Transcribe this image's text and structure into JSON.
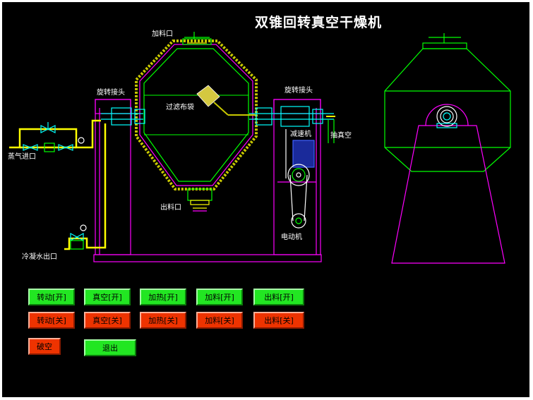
{
  "title": "双锥回转真空干燥机",
  "labels": {
    "feed_inlet": "加料口",
    "rotary_joint_left": "旋转接头",
    "rotary_joint_right": "旋转接头",
    "filter_bag": "过滤布袋",
    "reducer": "减速机",
    "vacuum_pump": "抽真空",
    "steam_inlet": "蒸气进口",
    "discharge_outlet": "出料口",
    "condensate_outlet": "冷凝水出口",
    "motor": "电动机"
  },
  "buttons": {
    "rotate_on": "转动[开]",
    "vacuum_on": "真空[开]",
    "heat_on": "加热[开]",
    "feed_on": "加料[开]",
    "discharge_on": "出料[开]",
    "rotate_off": "转动[关]",
    "vacuum_off": "真空[关]",
    "heat_off": "加热[关]",
    "feed_off": "加料[关]",
    "discharge_off": "出料[关]",
    "break_vacuum": "破空",
    "exit": "退出"
  },
  "colors": {
    "background": "#000000",
    "frame": "#ff00ff",
    "vessel_outline": "#00ff00",
    "jacket": "#c8c800",
    "steam_pipe": "#ffff00",
    "shaft": "#00ffff",
    "button_on": "#22e622",
    "button_off": "#ee3300"
  }
}
